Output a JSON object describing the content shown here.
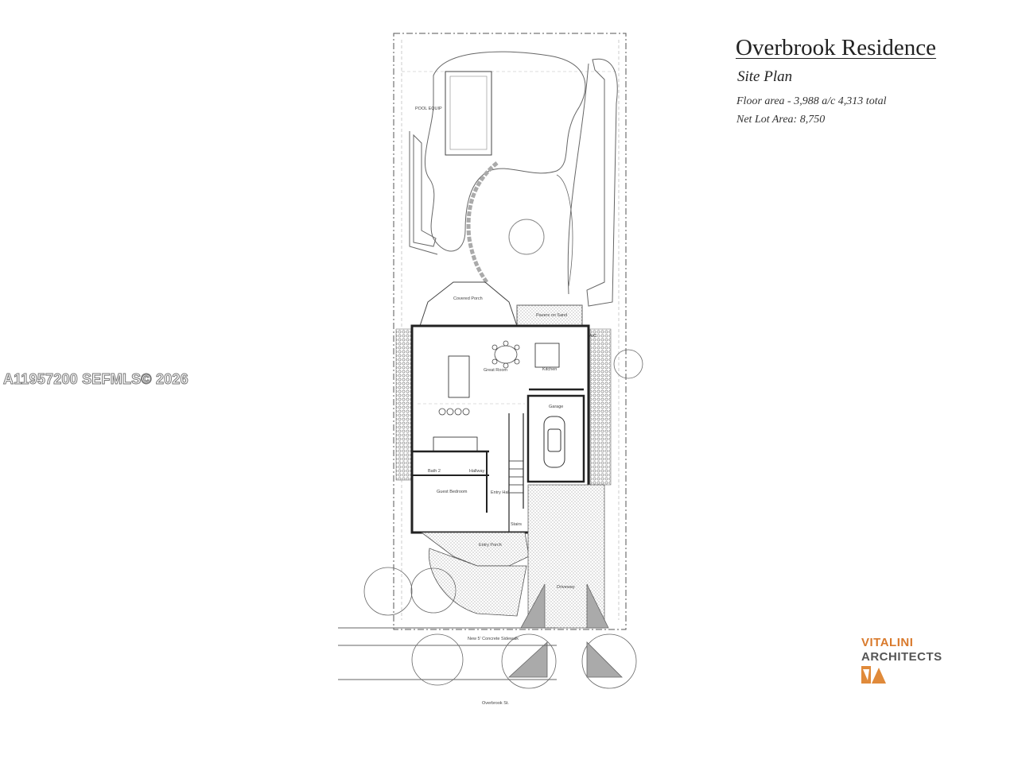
{
  "header": {
    "title": "Overbrook Residence",
    "subtitle": "Site Plan",
    "floor_area": "Floor area - 3,988 a/c    4,313 total",
    "lot_area": "Net Lot Area: 8,750"
  },
  "watermark": "A11957200  SEFMLS© 2026",
  "logo": {
    "line1": "VITALINI",
    "line2": "ARCHITECTS",
    "brand_color": "#d97a2c",
    "mark_color": "#e08a3a"
  },
  "plan_labels": {
    "pool_equip": "POOL EQUIP",
    "covered_porch": "Covered Porch",
    "pavers": "Pavers on Sand",
    "ac": "A/C",
    "great_room": "Great Room",
    "kitchen": "Kitchen",
    "garage": "Garage",
    "bath": "Bath 2",
    "hallway": "Hallway",
    "guest_bedroom": "Guest Bedroom",
    "entry_hall": "Entry Hall",
    "stairs": "Stairs",
    "entry_porch": "Entry Porch",
    "driveway": "Driveway",
    "sidewalk": "New 5' Concrete Sidewalk",
    "street": "Overbrook St."
  }
}
